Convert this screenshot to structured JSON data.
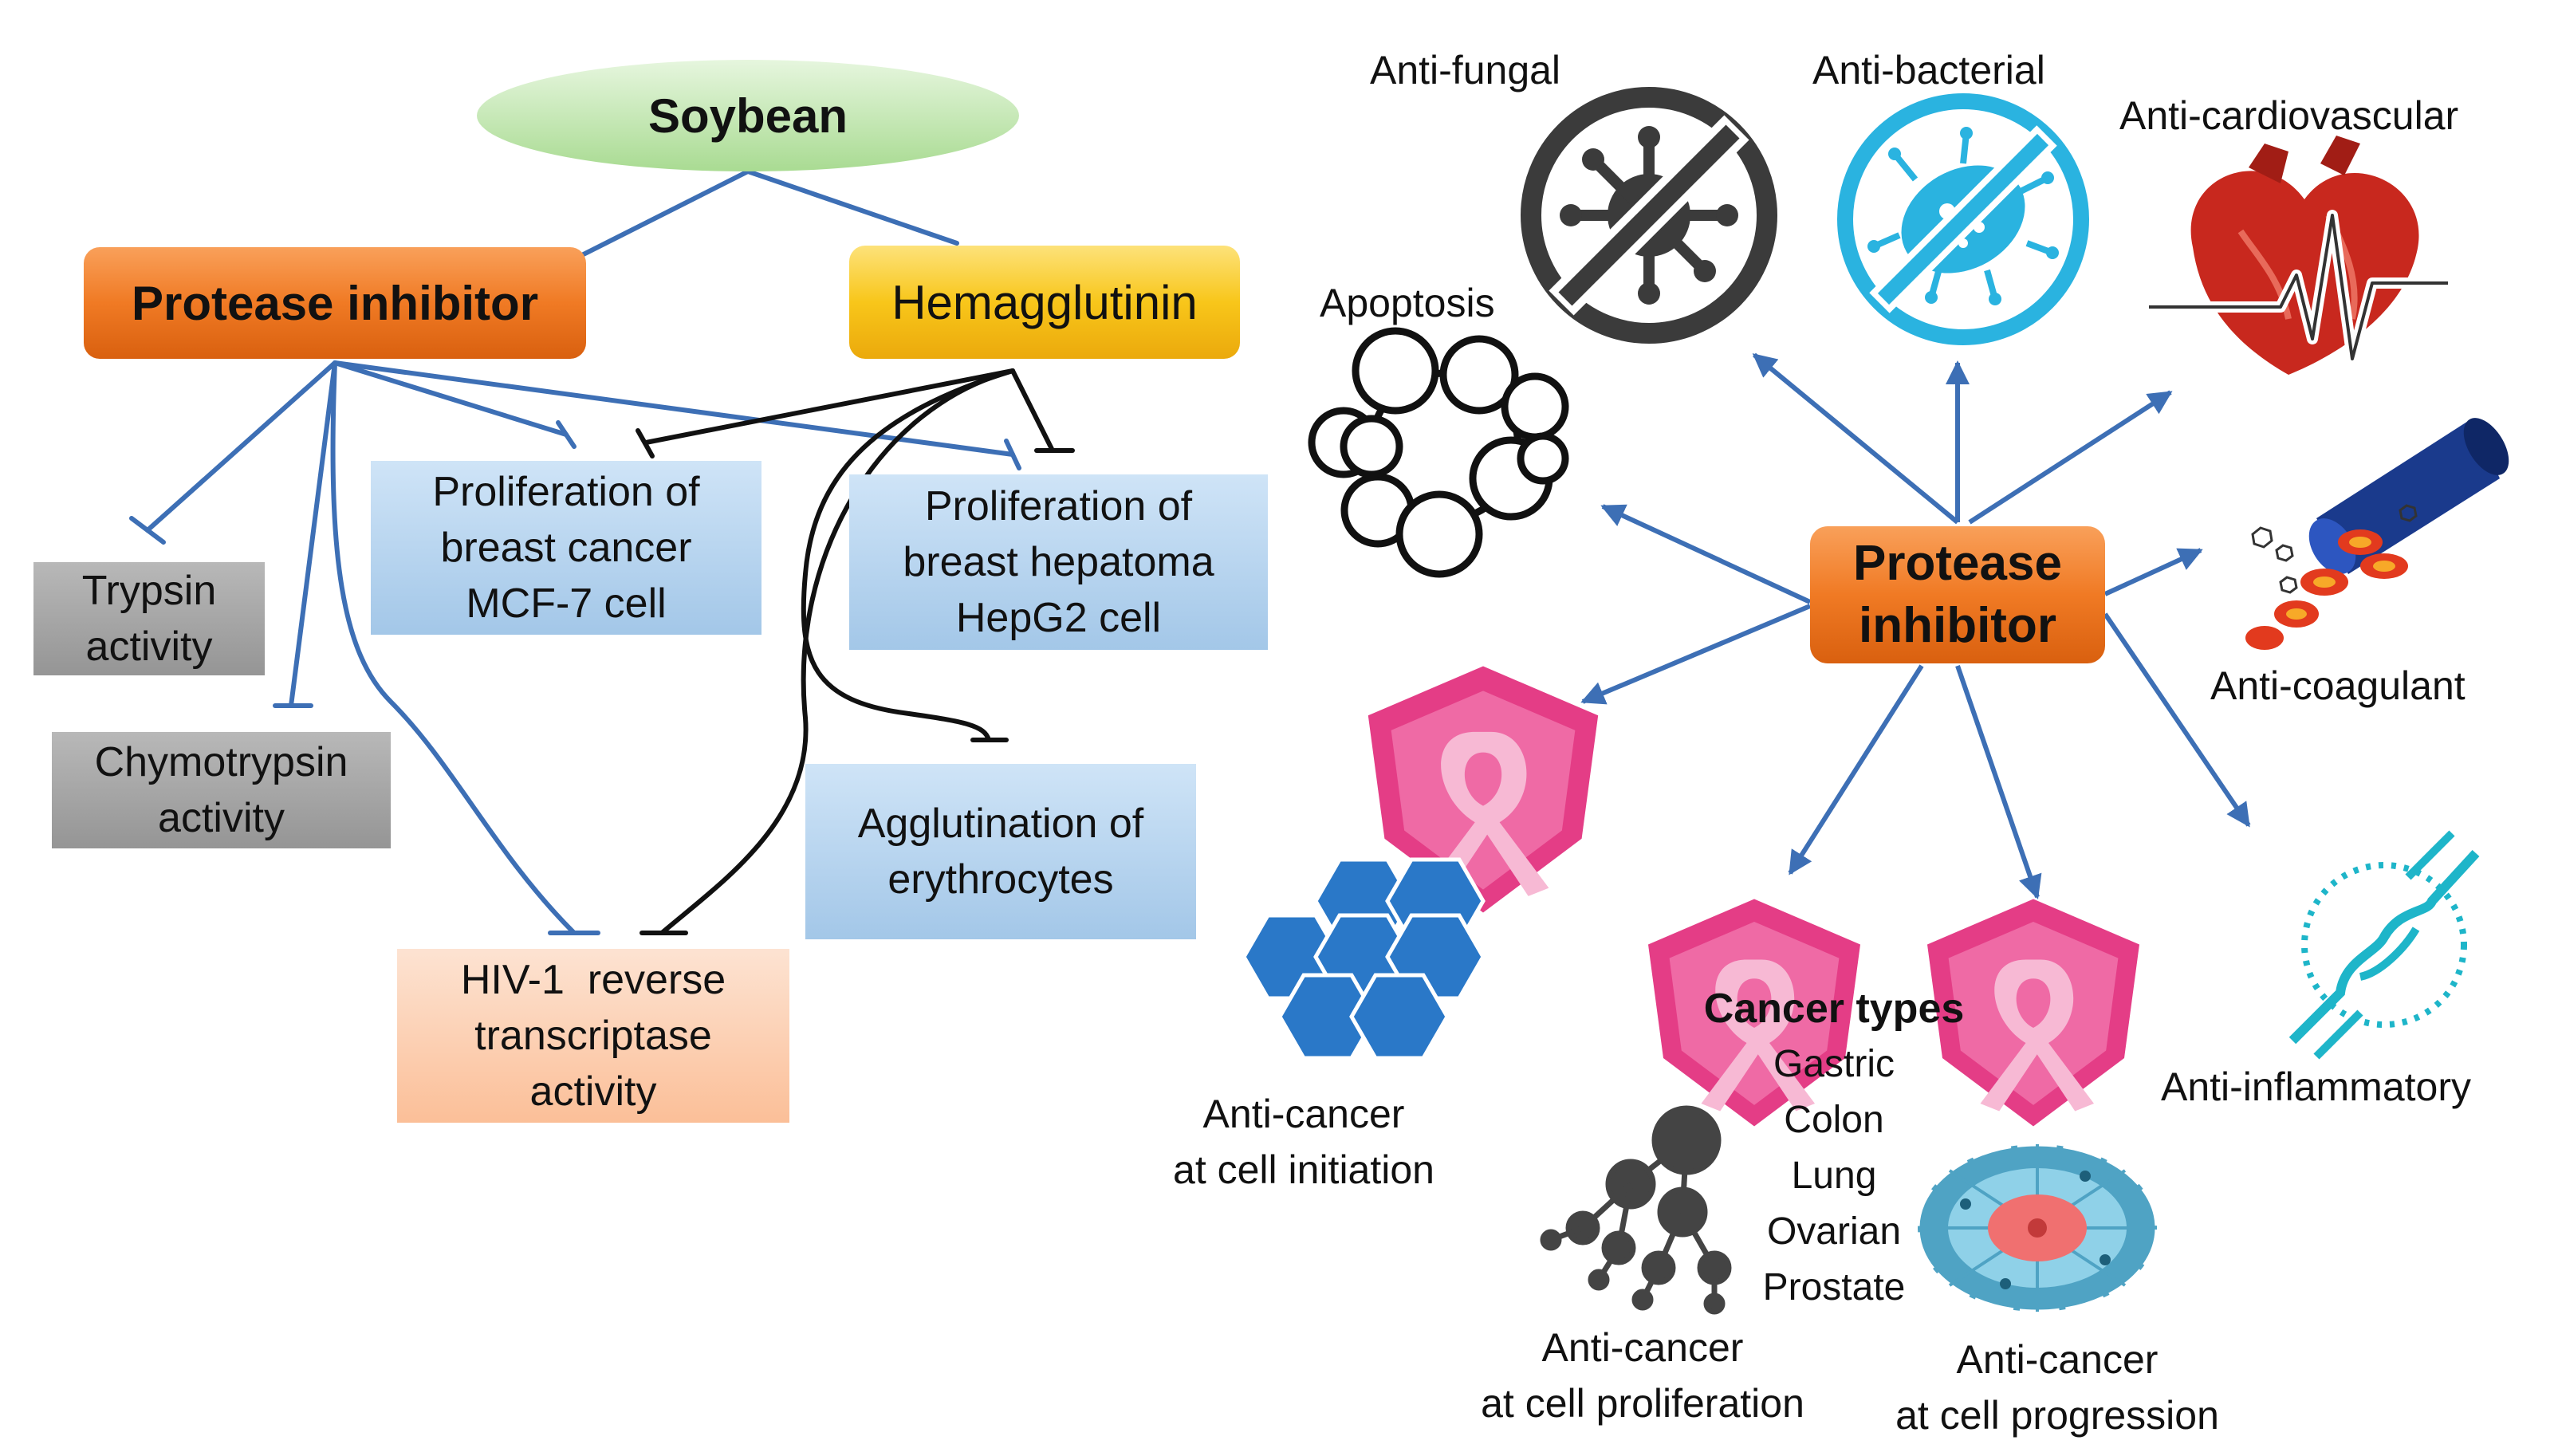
{
  "left": {
    "soybean": "Soybean",
    "protease_inhibitor": "Protease inhibitor",
    "hemagglutinin": "Hemagglutinin",
    "trypsin": [
      "Trypsin",
      "activity"
    ],
    "chymotrypsin": [
      "Chymotrypsin",
      "activity"
    ],
    "mcf7": [
      "Proliferation of",
      "breast cancer",
      "MCF-7 cell"
    ],
    "hepg2": [
      "Proliferation of",
      "breast hepatoma",
      "HepG2 cell"
    ],
    "agglutination": [
      "Agglutination of",
      "erythrocytes"
    ],
    "hiv": [
      "HIV-1  reverse",
      "transcriptase",
      "activity"
    ]
  },
  "right": {
    "center": [
      "Protease",
      "inhibitor"
    ],
    "anti_fungal": "Anti-fungal",
    "anti_bacterial": "Anti-bacterial",
    "anti_cardiovascular": "Anti-cardiovascular",
    "apoptosis": "Apoptosis",
    "anti_coagulant": "Anti-coagulant",
    "anti_inflammatory": "Anti-inflammatory",
    "initiation": [
      "Anti-cancer",
      "at cell initiation"
    ],
    "proliferation": [
      "Anti-cancer",
      "at cell proliferation"
    ],
    "progression": [
      "Anti-cancer",
      "at cell progression"
    ],
    "cancer_types_title": "Cancer types",
    "cancer_types": [
      "Gastric",
      "Colon",
      "Lung",
      "Ovarian",
      "Prostate"
    ]
  },
  "colors": {
    "blue_line": "#3d6fb5",
    "orange": "#f07a24",
    "yellow": "#f8c61a",
    "green": "#a9db92",
    "light_blue": "#a9cdeb",
    "grey": "#9a9a9a",
    "peach": "#fbc6a4",
    "pink": "#e43d86",
    "red": "#c8281e",
    "cyan": "#2ab3e0",
    "navy": "#1a3a8c"
  },
  "icons": [
    "virus-crossed-icon",
    "bacteria-crossed-icon",
    "heart-ecg-icon",
    "apoptosis-cell-icon",
    "blood-vessel-icon",
    "cancer-ribbon-shield-icon",
    "hexagon-cells-icon",
    "cell-division-icon",
    "tumor-cell-icon",
    "joint-inflammation-icon"
  ]
}
